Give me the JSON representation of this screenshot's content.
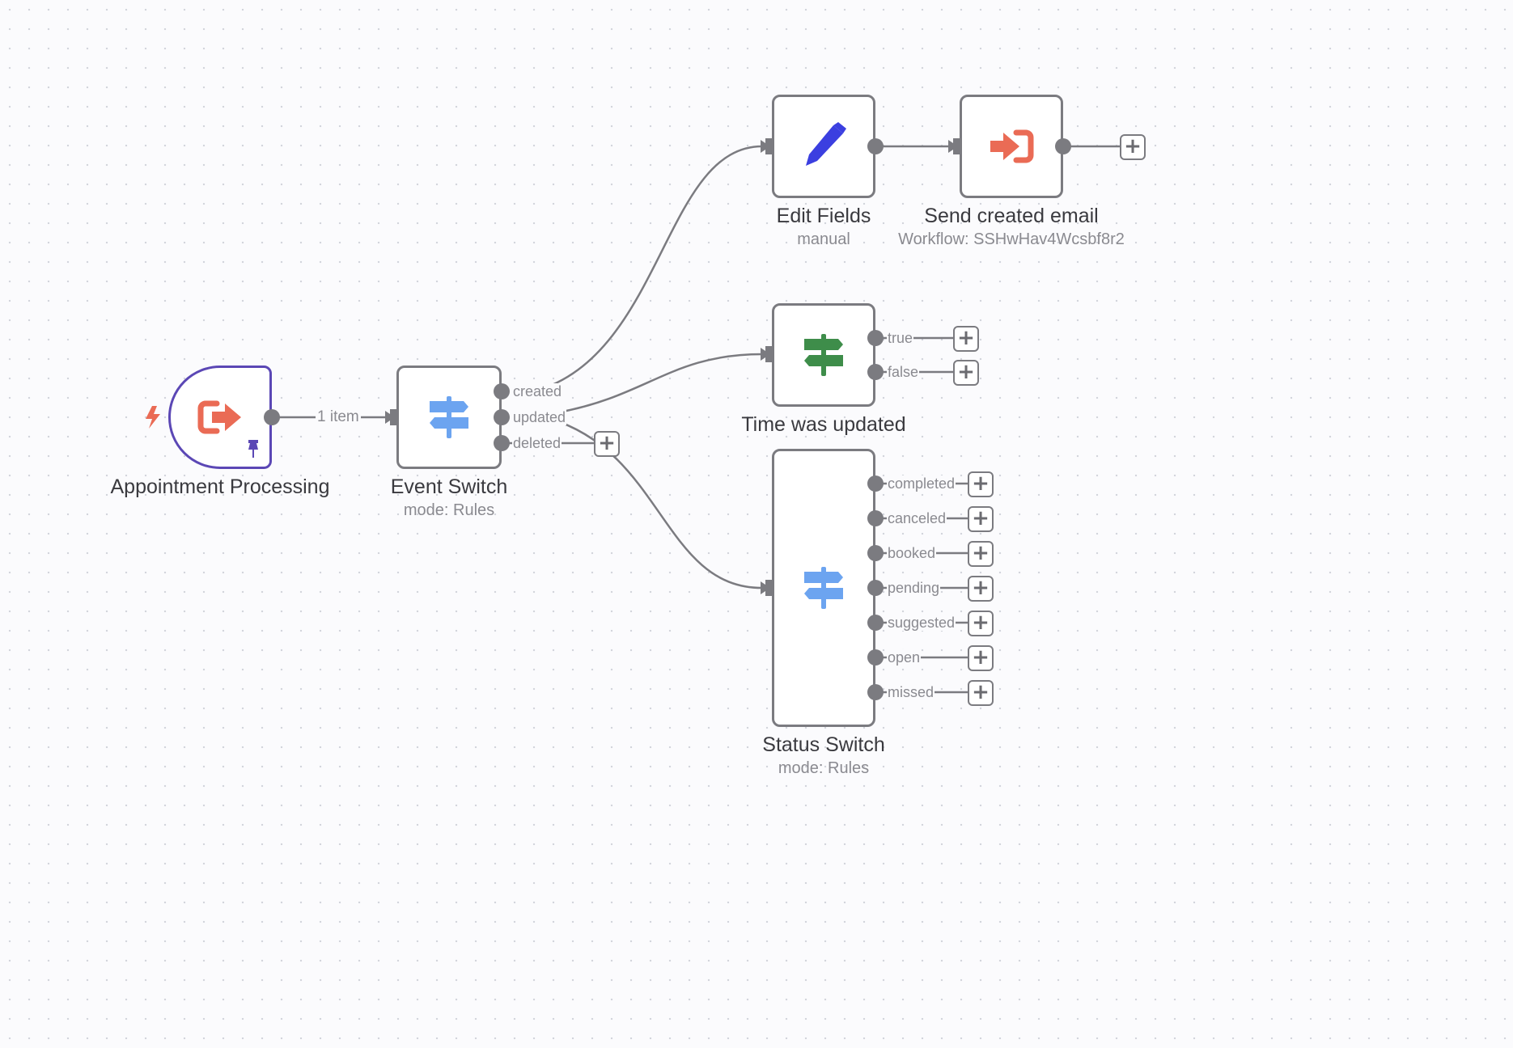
{
  "canvas": {
    "edge_label": "1 item"
  },
  "nodes": {
    "appointment": {
      "title": "Appointment Processing",
      "icon": "sign-out-icon",
      "badge_icon": "pin-icon",
      "trigger_icon": "lightning-icon"
    },
    "event_switch": {
      "title": "Event Switch",
      "subtitle": "mode: Rules",
      "icon": "signpost-icon",
      "outputs": [
        "created",
        "updated",
        "deleted"
      ]
    },
    "edit_fields": {
      "title": "Edit Fields",
      "subtitle": "manual",
      "icon": "pencil-icon"
    },
    "send_email": {
      "title": "Send created email",
      "subtitle": "Workflow: SSHwHav4Wcsbf8r2",
      "icon": "sign-in-icon"
    },
    "time_updated": {
      "title": "Time was updated",
      "icon": "signpost-icon",
      "outputs": [
        "true",
        "false"
      ]
    },
    "status_switch": {
      "title": "Status Switch",
      "subtitle": "mode: Rules",
      "icon": "signpost-icon",
      "outputs": [
        "completed",
        "canceled",
        "booked",
        "pending",
        "suggested",
        "open",
        "missed"
      ]
    }
  },
  "colors": {
    "trigger_border": "#5b47b5",
    "node_border": "#7b7b80",
    "orange_icon": "#ea6b55",
    "blue_icon": "#6ca4f0",
    "green_icon": "#3e8d4a",
    "pencil_icon": "#3b3fe0",
    "wire": "#7b7b80"
  },
  "add_button_label": "+"
}
